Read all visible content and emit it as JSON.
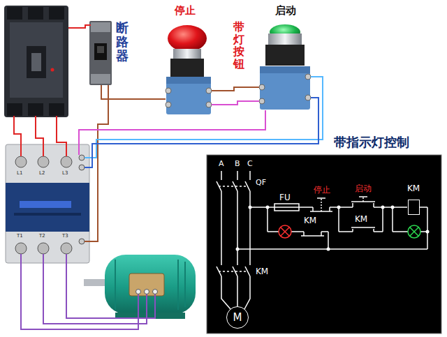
{
  "diagram": {
    "title": "带指示灯控制",
    "nodes": [
      {
        "text": [
          "KM"
        ]
      },
      {
        "text": [
          "M"
        ]
      }
    ],
    "labels": [
      "断路器",
      "停止",
      "启动",
      "带灯按钮",
      "A",
      "B",
      "C",
      "QF",
      "FU",
      "停止",
      "启动",
      "KM",
      "KM",
      "KM",
      "L1",
      "L2",
      "L3",
      "T1",
      "T2",
      "T3"
    ]
  }
}
